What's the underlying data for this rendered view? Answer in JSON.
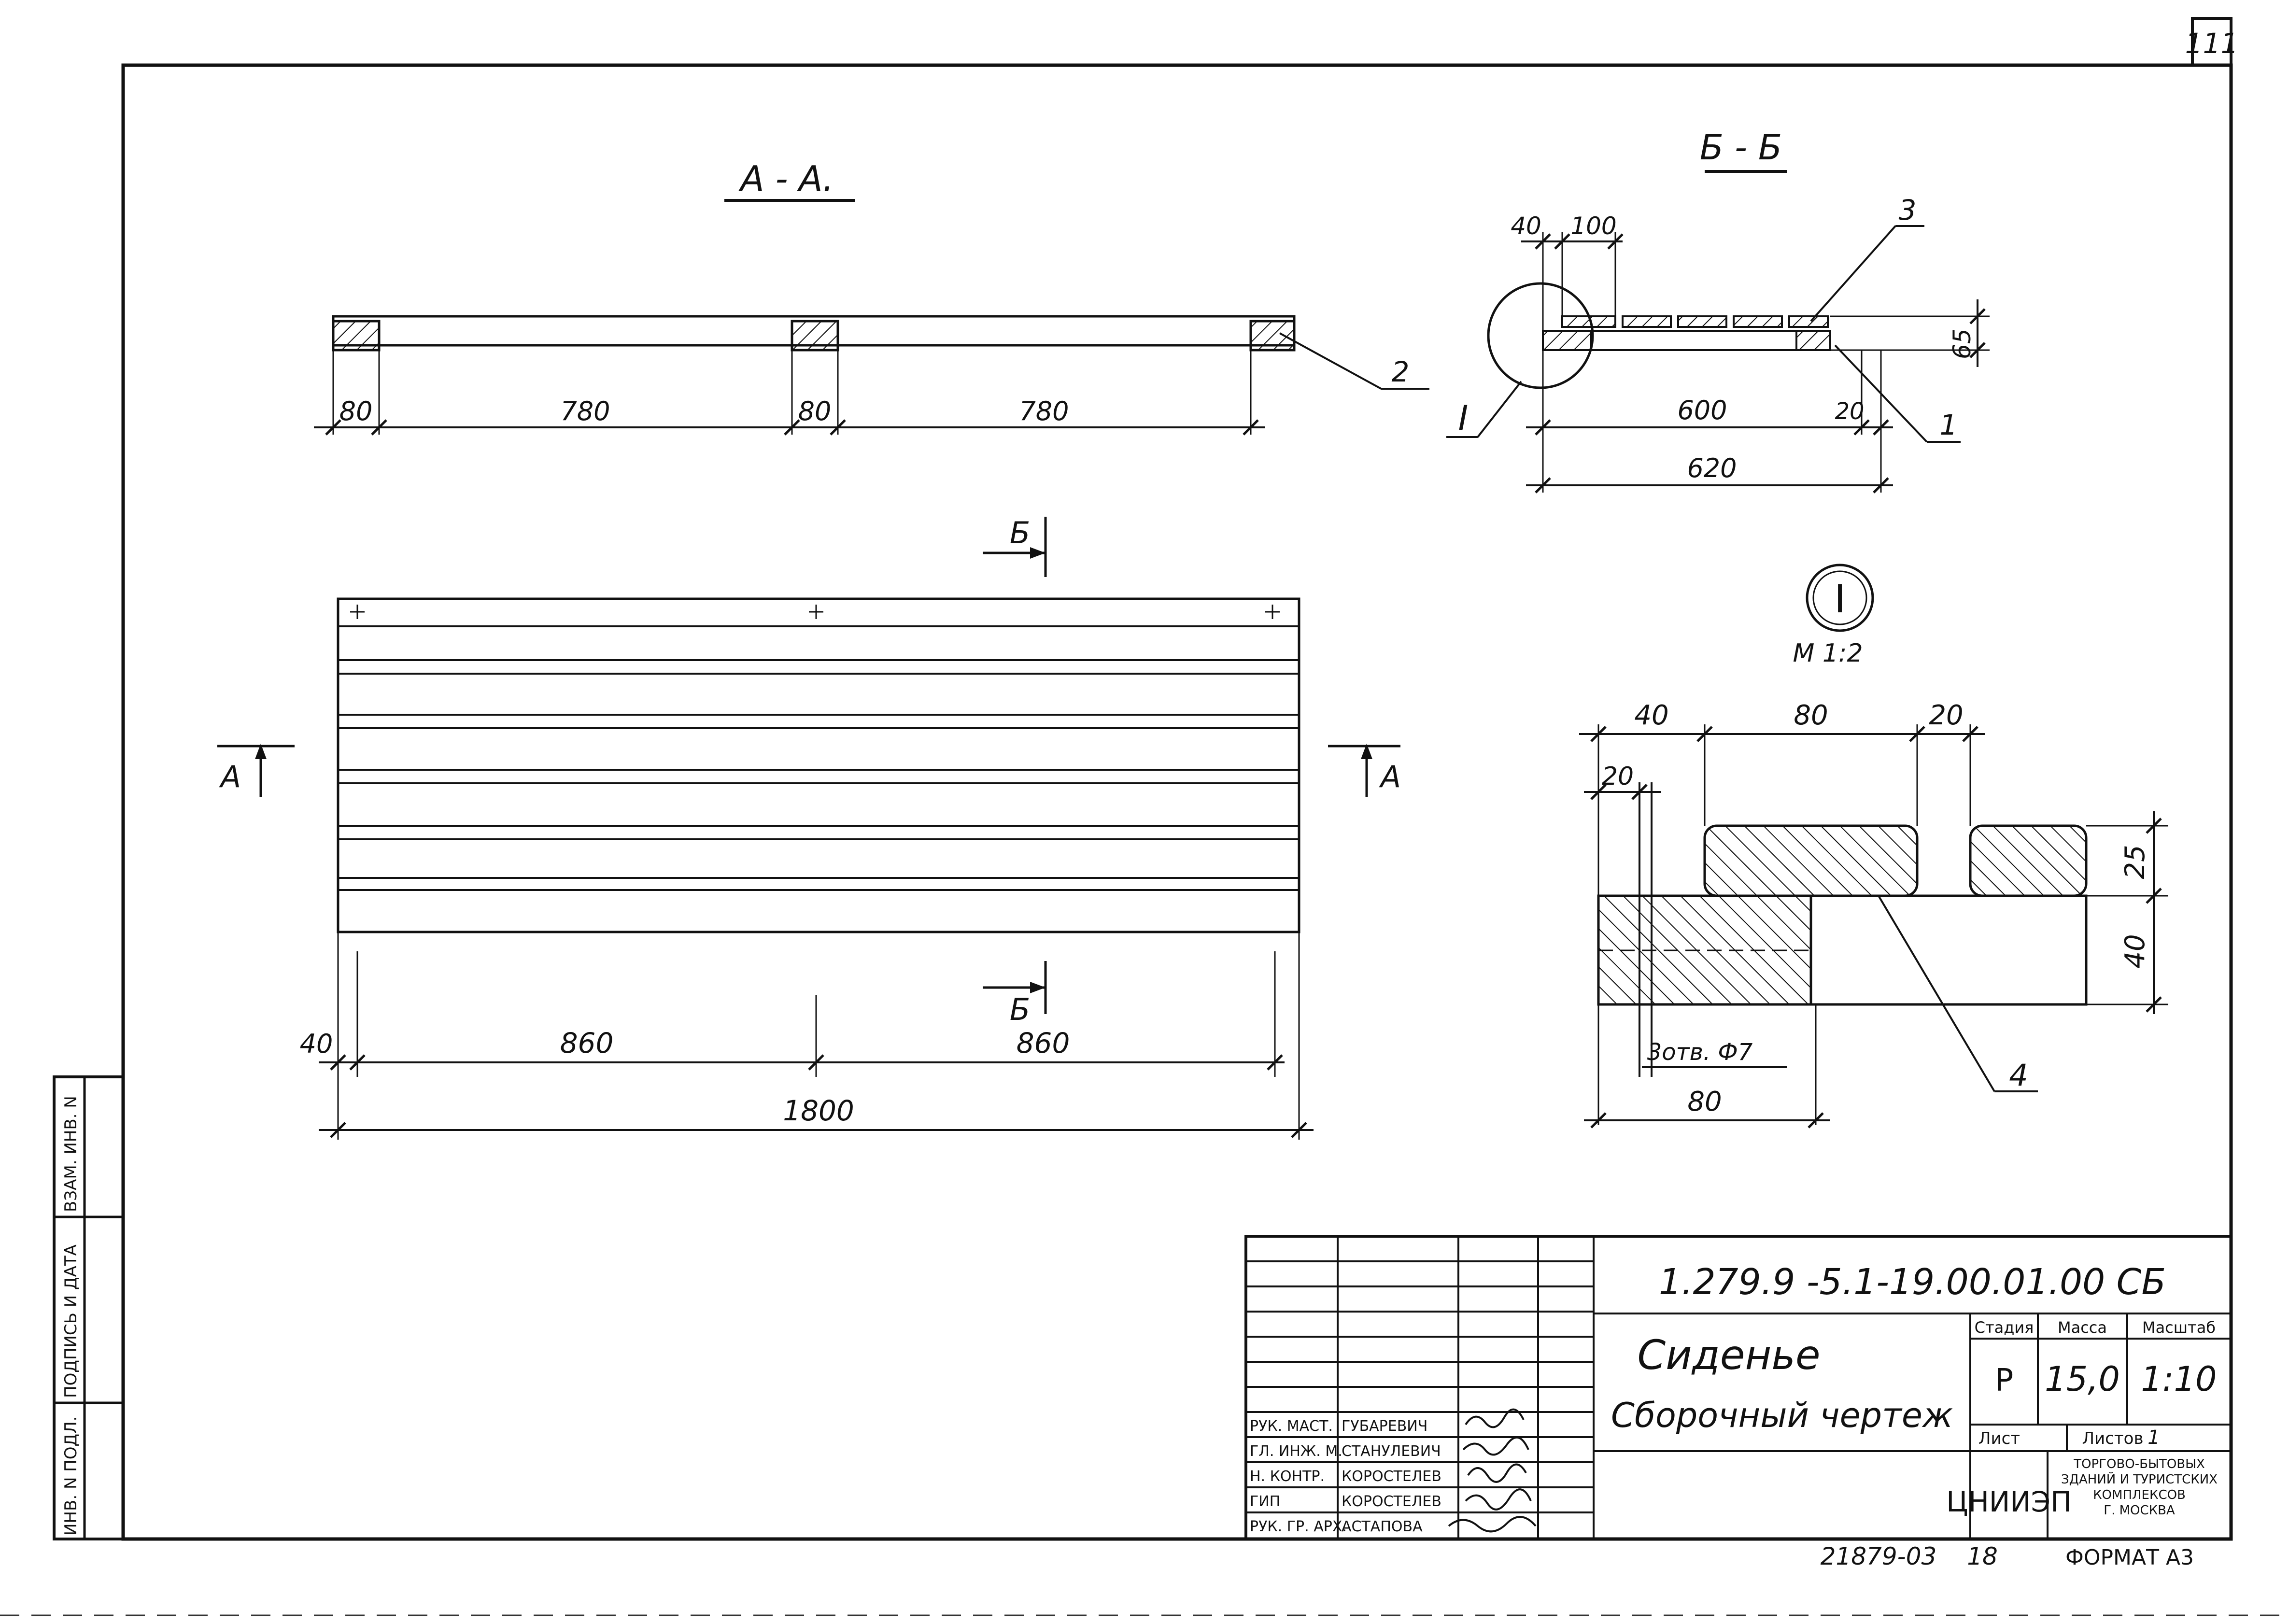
{
  "sheet_number": "111",
  "section_aa": {
    "title": "А - А.",
    "dims": [
      "80",
      "780",
      "80",
      "780"
    ],
    "callout": "2"
  },
  "section_bb": {
    "title": "Б - Б",
    "dims_top": [
      "40",
      "100"
    ],
    "height_dim": "65",
    "dims_bottom": [
      "600",
      "20",
      "620"
    ],
    "callout_1": "1",
    "callout_3": "3",
    "node_label": "I"
  },
  "plan": {
    "cut_a_left": "А",
    "cut_a_right": "А",
    "cut_b_top": "Б",
    "cut_b_bottom": "Б",
    "dims": [
      "40",
      "860",
      "860",
      "1800"
    ]
  },
  "detail": {
    "node": "I",
    "scale": "М 1:2",
    "dims_top": [
      "40",
      "80",
      "20"
    ],
    "dim_20": "20",
    "dims_right": [
      "25",
      "40"
    ],
    "holes": "3отв. Ф7",
    "dim_bottom": "80",
    "callout_4": "4"
  },
  "title_block": {
    "designation": "1.279.9 -5.1-19.00.01.00 СБ",
    "name": "Сиденье",
    "doc_type": "Сборочный чертеж",
    "stage_header": "Стадия",
    "mass_header": "Масса",
    "scale_header": "Масштаб",
    "stage": "Р",
    "mass": "15,0",
    "scale": "1:10",
    "sheet_label": "Лист",
    "sheets_label": "Листов",
    "sheets_count": "1",
    "org_logo": "ЦНИИЭП",
    "org_lines": [
      "ТОРГОВО-БЫТОВЫХ",
      "ЗДАНИЙ И ТУРИСТСКИХ",
      "КОМПЛЕКСОВ",
      "Г. МОСКВА"
    ],
    "signers": [
      {
        "role": "РУК. МАСТ.",
        "name": "ГУБАРЕВИЧ"
      },
      {
        "role": "ГЛ. ИНЖ. М.",
        "name": "СТАНУЛЕВИЧ"
      },
      {
        "role": "Н. КОНТР.",
        "name": "КОРОСТЕЛЕВ"
      },
      {
        "role": "ГИП",
        "name": "КОРОСТЕЛЕВ"
      },
      {
        "role": "РУК. ГР. АРХ.",
        "name": "АСТАПОВА"
      }
    ]
  },
  "side_stamp": [
    "ИНВ. N ПОДЛ.",
    "ПОДПИСЬ И ДАТА",
    "ВЗАМ. ИНВ. N"
  ],
  "footer": {
    "order": "21879-03",
    "page": "18",
    "format": "ФОРМАТ А3"
  }
}
